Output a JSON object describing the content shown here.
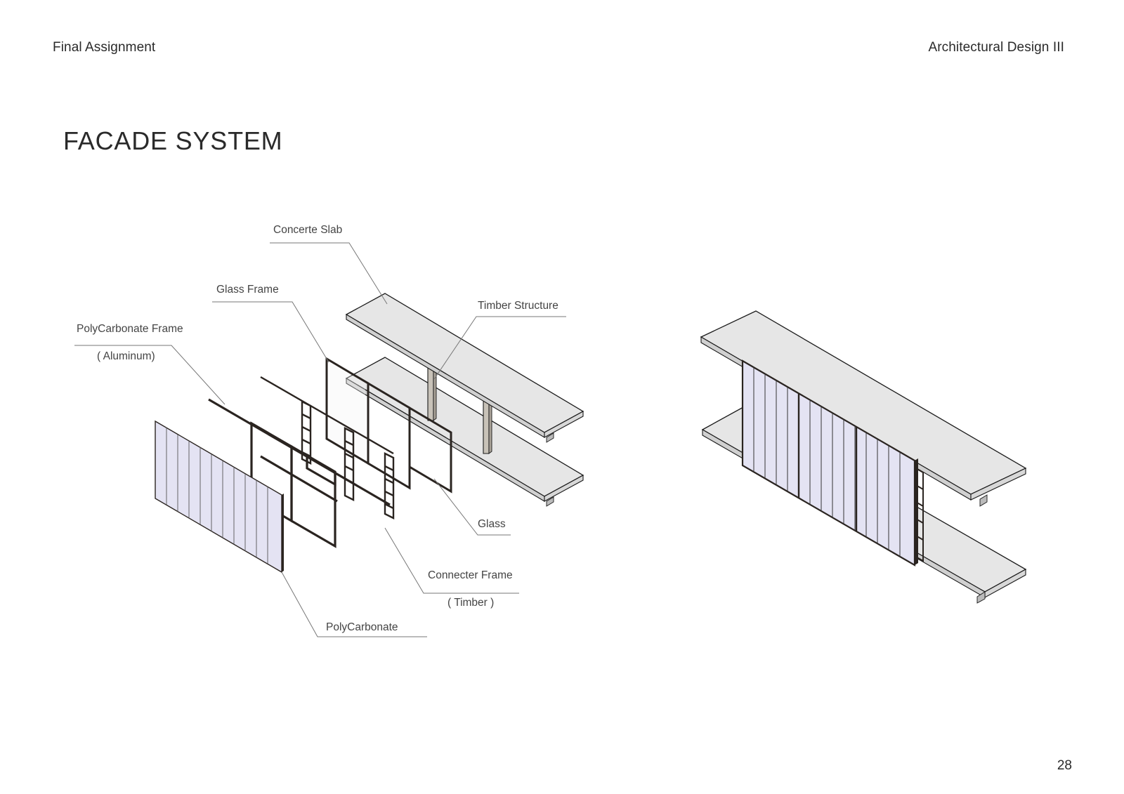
{
  "header": {
    "left": "Final Assignment",
    "right": "Architectural Design III"
  },
  "title": "FACADE SYSTEM",
  "page_number": "28",
  "labels": {
    "concrete_slab": "Concerte Slab",
    "glass_frame": "Glass Frame",
    "polycarbonate_frame": "PolyCarbonate Frame",
    "polycarbonate_frame_material": "( Aluminum)",
    "timber_structure": "Timber Structure",
    "glass": "Glass",
    "connecter_frame": "Connecter Frame",
    "connecter_frame_material": "( Timber )",
    "polycarbonate": "PolyCarbonate"
  },
  "colors": {
    "slab_top": "#e6e6e6",
    "slab_edge": "#d2d2d2",
    "polycarbonate": "#e4e3f3",
    "frame": "#2a2420",
    "timber": "#c8c2b8",
    "leader": "#666666"
  }
}
